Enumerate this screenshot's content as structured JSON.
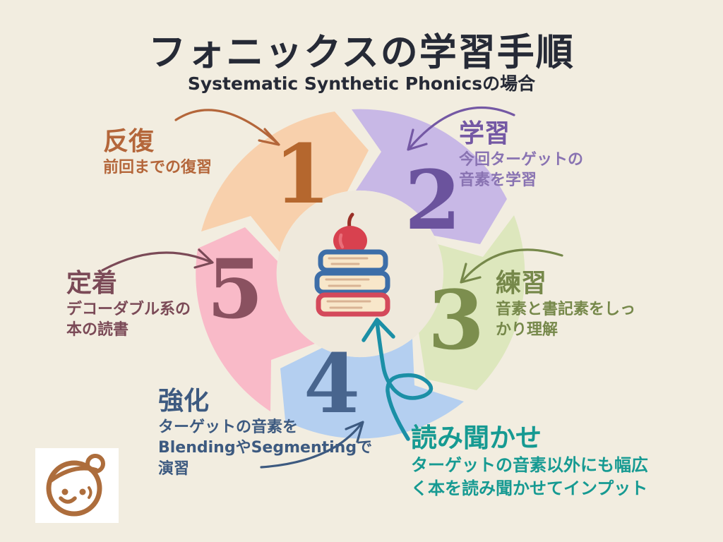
{
  "header": {
    "title": "フォニックスの学習手順",
    "subtitle": "Systematic Synthetic Phonicsの場合"
  },
  "diagram": {
    "type": "cycle",
    "steps": [
      {
        "number": "1",
        "label": "反復",
        "desc": "前回までの復習",
        "fill": "#f8d0ac",
        "number_color": "#b5672e",
        "text_color": "#b4663a",
        "desc_color": "#b4663a"
      },
      {
        "number": "2",
        "label": "学習",
        "desc": "今回ターゲットの\n音素を学習",
        "fill": "#c8b8e6",
        "number_color": "#6b539d",
        "text_color": "#7458a4",
        "desc_color": "#8973b2"
      },
      {
        "number": "3",
        "label": "練習",
        "desc": "音素と書記素をしっ\nかり理解",
        "fill": "#dde7bd",
        "number_color": "#7c8e4e",
        "text_color": "#76884a",
        "desc_color": "#76884a"
      },
      {
        "number": "4",
        "label": "強化",
        "desc": "ターゲットの音素を\nBlendingやSegmentingで\n演習",
        "fill": "#b4cff0",
        "number_color": "#48658e",
        "text_color": "#3d5a80",
        "desc_color": "#3d5a80"
      },
      {
        "number": "5",
        "label": "定着",
        "desc": "デコーダブル系の\n本の読書",
        "fill": "#f9bac8",
        "number_color": "#8a5160",
        "text_color": "#7b4a57",
        "desc_color": "#7b4a57"
      }
    ],
    "extra_step": {
      "label": "読み聞かせ",
      "desc": "ターゲットの音素以外にも幅広\nく本を読み聞かせてインプット",
      "text_color": "#169a92",
      "arrow_color": "#1b8fa6"
    },
    "center_icon": "books-with-apple-icon",
    "center_circle_color": "#efe9dc"
  },
  "footer": {
    "logo_icon": "smiling-face-with-bun-icon",
    "logo_color": "#ad6d3c"
  },
  "colors": {
    "background": "#f2ede0",
    "title_text": "#262a36"
  }
}
